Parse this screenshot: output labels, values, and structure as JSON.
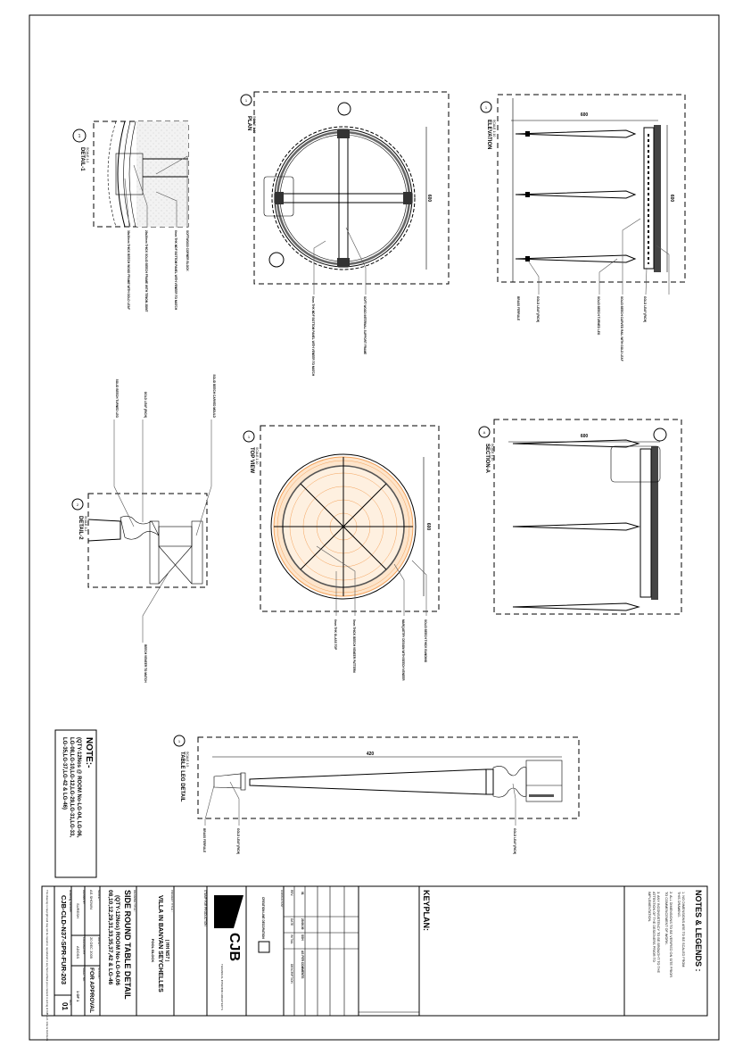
{
  "views": {
    "detail1": {
      "title": "DETAIL-1",
      "scale": "SCALE 1:2",
      "ref": "1"
    },
    "plan": {
      "title": "PLAN",
      "scale": "SCALE 1:10",
      "ref": "1",
      "dim": "600"
    },
    "elevation": {
      "title": "ELEVATION",
      "scale": "SCALE 1:10",
      "ref": "1",
      "dim_width": "600",
      "dim_height": "600"
    },
    "detail2": {
      "title": "DETAIL-2",
      "scale": "SCALE 1:2",
      "ref": "2"
    },
    "top_view": {
      "title": "TOP VIEW",
      "scale": "SCALE 1:10",
      "ref": "1",
      "dim": "600"
    },
    "section_a": {
      "title": "SECTION-A",
      "scale": "SCALE 1:10",
      "ref": "A",
      "dim": "600"
    },
    "leg_detail": {
      "title": "TABLE LEG DETAIL",
      "scale": "SCALE 1:5",
      "ref": "1",
      "dim_main": "420"
    }
  },
  "leader_notes": {
    "detail1": [
      "SOFTWOOD CORNER BLOCK",
      "6mm THK MDF BOTTOM PANEL WITH VENEER TO MATCH",
      "20x20mm THICK SOLID BEECH FRAME WITH TENON JOINT",
      "30x30mm THICK BEECH WOOD FRAME WITH GOLD LEAF"
    ],
    "plan": [
      "6mm THK MDF BOTTOM PANEL WITH VENEER TO MATCH",
      "SOFT WOOD INTERNAL SUPPORT FRAME"
    ],
    "elevation": [
      "GOLD LEAF (RICH)",
      "SOLID BEECH CARVED RAIL WITH GOLD LEAF",
      "SOLID BEECH TURNED LEG",
      "GOLD LEAF (RICH)",
      "BRASS FERRULE"
    ],
    "detail2": [
      "SOLID BEECH CARVED MOULD",
      "GOLD LEAF (RICH)",
      "SOLID BEECH TURNED LEG",
      "BEECH VENEER TO MATCH"
    ],
    "top_view": [
      "SOLID BEECH THICK BANDING",
      "MARQUETRY DESIGN WITH BEECH VENEER",
      "5mm THICK BEECH VENEER PATTERN",
      "6mm THK GLASS TOP"
    ],
    "leg_detail": [
      "BRASS FERRULE",
      "GOLD LEAF (RICH)",
      "GOLD LEAF (RICH)"
    ]
  },
  "note_box": {
    "heading": "NOTE:-",
    "lines": [
      "(QTY-12Nos @ ROOM No-LG-04, LG-06,",
      "LG-08,LG-10,LG-12,LG-29,LG-31,LG-33,",
      "LG-35,LG-37,LG-42 & LG-46)"
    ]
  },
  "title_block": {
    "disclaimer": "This drawing is copyright and may not be copied or reproduced in any form without prior consent in writing of CJB LLC. Interior Architects",
    "drawing_number_label": "drawing number",
    "drawing_number": "CJB-CLD-N37-SPR-FUR-203",
    "rev_label": "REV.",
    "rev": "01",
    "scale_label": "SCALE :",
    "scale": "AS SHOWN",
    "date_label": "DATE :",
    "date": "20 DEC 2009",
    "status_label": "STATUS :",
    "status": "FOR APPROVAL",
    "drawn_label": "DRAWN BY",
    "drawn": "SURESH",
    "checked_label": "CHECKED BY",
    "checked": "ADOSS",
    "sheet_label": "SHEET No.",
    "sheet": "1 OF 1",
    "drawing_title_label": "DRAWING TITLE :",
    "drawing_title": [
      "SIDE ROUND TABLE DETAIL",
      "(QTY-12Nos) ROOM No-LG-04,06",
      "08,10,12,29,31,33,35,37,42 & LG-46"
    ],
    "project_title_label": "PROJECT TITLE :",
    "project_title": [
      "VILLA IN BANYAN SEYCHELLES",
      "( HH NS7 )",
      "POOL BLOCK"
    ],
    "stamp_label": "STAMP FOR PRODUCTION",
    "company_logo": "CJB",
    "company_tagline": "TECHNICAL INTERIOR ARCHITECTS",
    "consultant_label": "CONSULTANT :",
    "consultant": "CREATION LINE DECORATION",
    "revisions": {
      "headers": [
        "REV.",
        "DATE",
        "INITIAL",
        "DESCRIPTION"
      ],
      "rows": [
        [
          "01",
          "29.08.09",
          "SSH",
          "AS PER COMMENTS"
        ]
      ]
    },
    "keyplan_label": "KEYPLAN:",
    "notes_heading": "NOTES & LEGENDS :",
    "notes": [
      "1. NO DIMENSIONS ARE TO BE SCALED FROM",
      "   THIS DRAWING.",
      "2. ALL DIMENSIONS TO BE VERIFIED ON SITE PRIOR",
      "   TO COMMENCEMENT OF WORK.",
      "3. ANY INCONSISTENCY TO BE BROUGHT TO THE",
      "   ATTENTION OF THE DESIGNERS PRIOR TO",
      "   IMPLEMENTATION."
    ]
  },
  "colors": {
    "line": "#000000",
    "veneer": "#f4a25a",
    "veneer_fill": "#fde5cc",
    "gold_leaf": "#888888"
  }
}
